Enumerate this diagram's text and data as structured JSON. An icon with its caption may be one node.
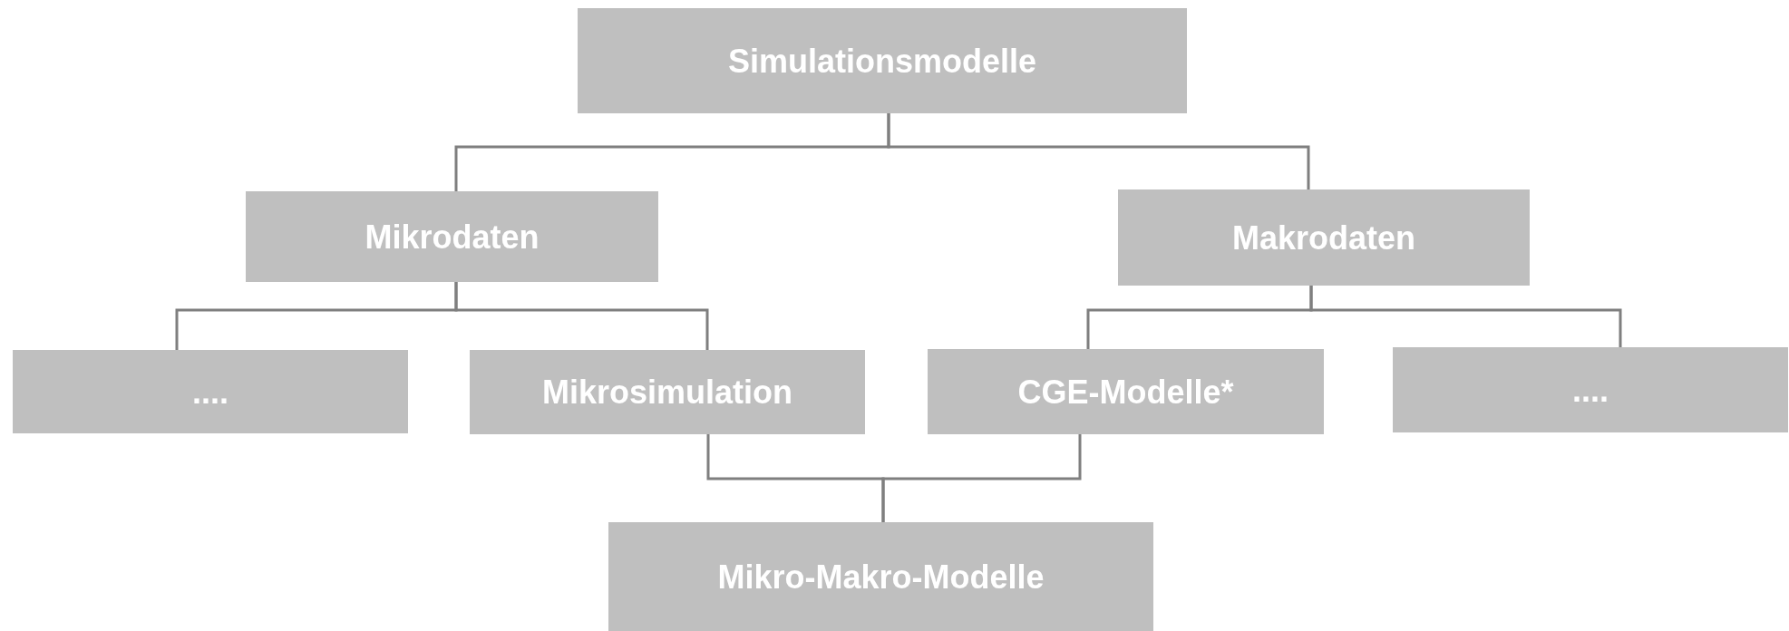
{
  "diagram": {
    "nodes": [
      {
        "text": [
          "Simulationsmodelle"
        ]
      },
      {
        "text": [
          "Mikrodaten"
        ]
      },
      {
        "text": [
          "Makrodaten"
        ]
      },
      {
        "text": [
          "...."
        ]
      },
      {
        "text": [
          "Mikrosimulation"
        ]
      },
      {
        "text": [
          "CGE-Modelle*"
        ]
      },
      {
        "text": [
          "...."
        ]
      },
      {
        "text": [
          "Mikro-Makro-Modelle"
        ]
      }
    ],
    "edges": [
      {
        "from": 0,
        "to": 1,
        "arrow": "none"
      },
      {
        "from": 0,
        "to": 2,
        "arrow": "none"
      },
      {
        "from": 1,
        "to": 3,
        "arrow": "none"
      },
      {
        "from": 1,
        "to": 4,
        "arrow": "none"
      },
      {
        "from": 2,
        "to": 5,
        "arrow": "none"
      },
      {
        "from": 2,
        "to": 6,
        "arrow": "none"
      },
      {
        "from": 4,
        "to": 7,
        "arrow": "none"
      },
      {
        "from": 5,
        "to": 7,
        "arrow": "none"
      }
    ]
  }
}
